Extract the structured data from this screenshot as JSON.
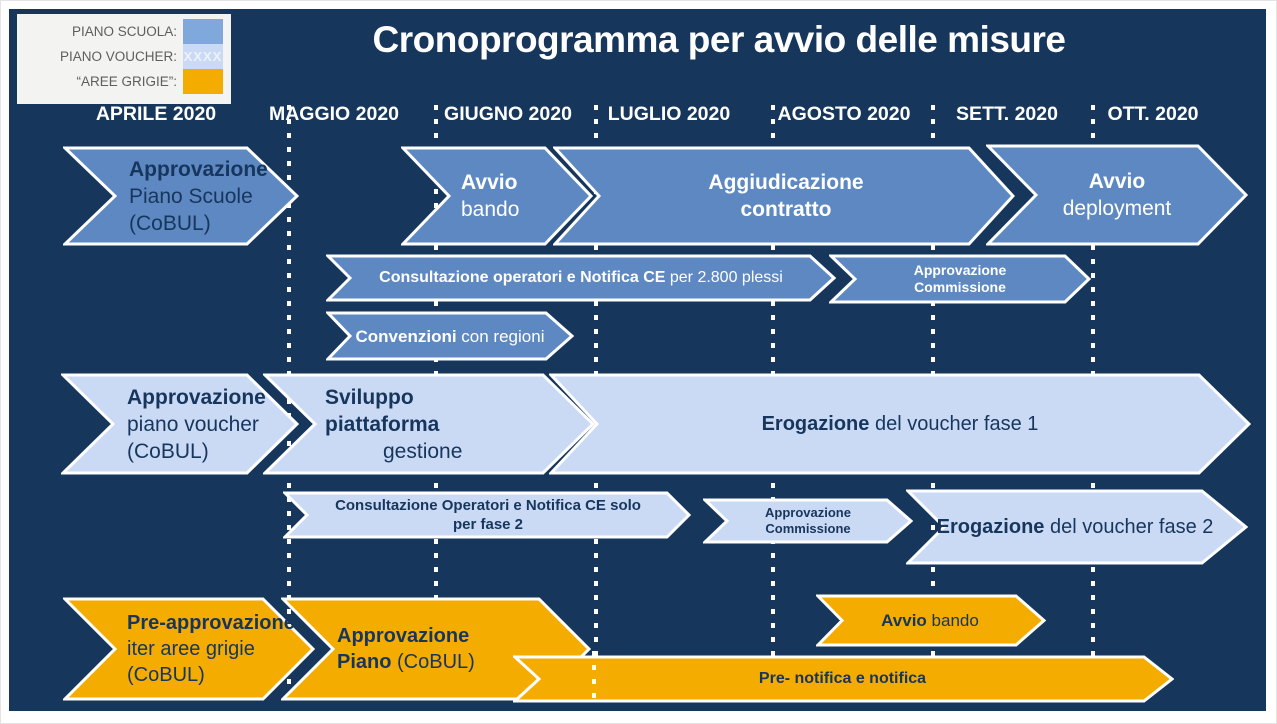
{
  "title": "Cronoprogramma per avvio delle misure",
  "colors": {
    "background": "#16365C",
    "blue_medium": "#5E88C2",
    "blue_light": "#CBDAF4",
    "orange": "#F5AC00",
    "navy_text": "#17365D",
    "white": "#FFFFFF",
    "legend_bg": "#F3F3F2",
    "legend_text": "#5E5E5E",
    "legend_blue1": "#7FA8DD"
  },
  "legend": {
    "items": [
      {
        "label": "PIANO SCUOLA:",
        "swatch": "legend_blue1",
        "pattern": ""
      },
      {
        "label": "PIANO VOUCHER:",
        "swatch": "blue_light",
        "pattern": "XXXX"
      },
      {
        "label": "“AREE GRIGIE”:",
        "swatch": "orange",
        "pattern": ""
      }
    ]
  },
  "months": [
    "APRILE 2020",
    "MAGGIO 2020",
    "GIUGNO 2020",
    "LUGLIO 2020",
    "AGOSTO 2020",
    "SETT. 2020",
    "OTT. 2020"
  ],
  "piano_scuola": {
    "approvazione_piano_scuole": {
      "bold": "Approvazione",
      "line2": "Piano Scuole",
      "line3": "(CoBUL)"
    },
    "avvio_bando": {
      "bold": "Avvio",
      "line2": "bando"
    },
    "aggiudicazione_contratto": {
      "bold1": "Aggiudicazione",
      "bold2": "contratto"
    },
    "avvio_deployment": {
      "bold": "Avvio",
      "line2": "deployment"
    },
    "consultazione_operatori": {
      "bold": "Consultazione operatori e Notifica CE",
      "rest": " per 2.800 plessi"
    },
    "approvazione_commissione": {
      "bold1": "Approvazione",
      "bold2": "Commissione"
    },
    "convenzioni": {
      "bold": "Convenzioni",
      "rest": " con regioni"
    }
  },
  "piano_voucher": {
    "approvazione_piano_voucher": {
      "bold": "Approvazione",
      "line2": "piano voucher",
      "line3": "(CoBUL)"
    },
    "sviluppo_piattaforma": {
      "bold1": "Sviluppo",
      "bold2": "piattaforma",
      "line3": "gestione"
    },
    "erogazione_fase1": {
      "bold": "Erogazione",
      "rest": " del voucher fase 1"
    },
    "consultazione_fase2": {
      "bold1": "Consultazione Operatori e Notifica CE solo",
      "bold2": "per fase 2"
    },
    "approvazione_commissione": {
      "bold1": "Approvazione",
      "bold2": "Commissione"
    },
    "erogazione_fase2": {
      "bold": "Erogazione",
      "rest": " del voucher fase 2"
    }
  },
  "aree_grigie": {
    "pre_approvazione": {
      "bold": "Pre-approvazione",
      "line2": "iter aree grigie",
      "line3": "(CoBUL)"
    },
    "approvazione_piano": {
      "bold": "Approvazione",
      "bold2": "Piano ",
      "rest2": "(CoBUL)"
    },
    "avvio_bando": {
      "bold": "Avvio",
      "rest": " bando"
    },
    "pre_notifica": {
      "bold": "Pre- notifica e notifica"
    }
  }
}
